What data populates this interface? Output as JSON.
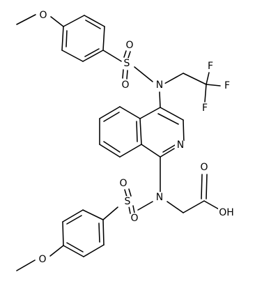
{
  "structure": {
    "labels": {
      "o_top_methoxy": "O",
      "s_top": "S",
      "o_top_sulfonyl_upper": "O",
      "o_top_sulfonyl_lower": "O",
      "n_top": "N",
      "f_upper": "F",
      "f_right": "F",
      "f_lower": "F",
      "n_ring": "N",
      "n_bottom": "N",
      "s_bottom": "S",
      "o_bottom_sulfonyl_upper": "O",
      "o_bottom_sulfonyl_lower": "O",
      "o_acid_carbonyl": "O",
      "oh_acid": "OH",
      "o_bottom_methoxy": "O"
    }
  }
}
